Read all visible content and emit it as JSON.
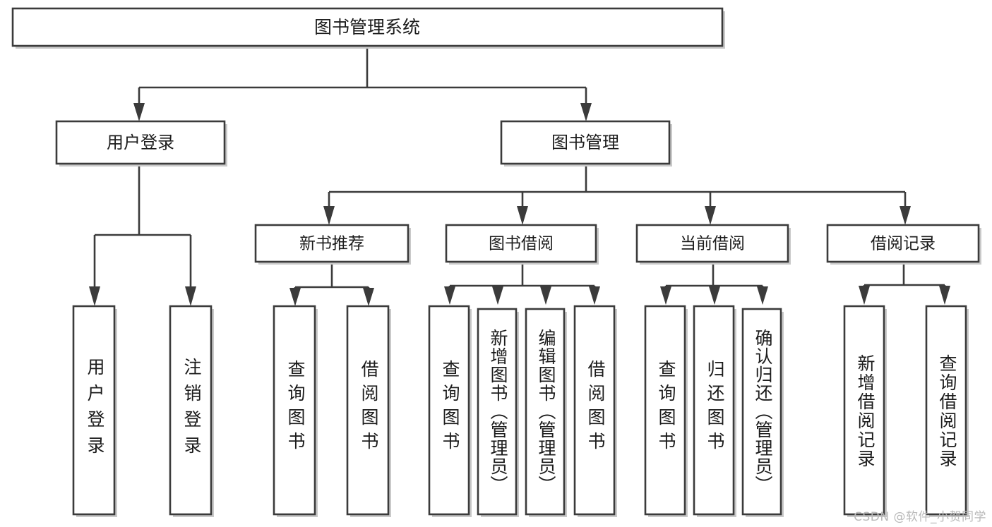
{
  "diagram": {
    "title": "图书管理系统",
    "type": "tree-hierarchy-diagram",
    "orientation": "top-down",
    "watermark": "CSDN @软件_小贺同学",
    "colors": {
      "box_stroke": "#3b3b3b",
      "box_fill": "#ffffff",
      "edge": "#3b3b3b",
      "text": "#1c1c1c",
      "watermark": "#b9b9b9",
      "background": "#ffffff"
    },
    "root": {
      "label": "图书管理系统",
      "orientation": "horizontal"
    },
    "level2": [
      {
        "label": "用户登录",
        "orientation": "horizontal"
      },
      {
        "label": "图书管理",
        "orientation": "horizontal"
      }
    ],
    "level3": [
      {
        "label": "新书推荐",
        "orientation": "horizontal"
      },
      {
        "label": "图书借阅",
        "orientation": "horizontal"
      },
      {
        "label": "当前借阅",
        "orientation": "horizontal"
      },
      {
        "label": "借阅记录",
        "orientation": "horizontal"
      }
    ],
    "leaves": {
      "user_login": [
        {
          "label": "用户登录",
          "orientation": "vertical"
        },
        {
          "label": "注销登录",
          "orientation": "vertical"
        }
      ],
      "new_book_recommend": [
        {
          "label": "查询图书",
          "orientation": "vertical"
        },
        {
          "label": "借阅图书",
          "orientation": "vertical"
        }
      ],
      "book_borrow": [
        {
          "label": "查询图书",
          "orientation": "vertical"
        },
        {
          "label": "新增图书（管理员）",
          "orientation": "vertical"
        },
        {
          "label": "编辑图书（管理员）",
          "orientation": "vertical"
        },
        {
          "label": "借阅图书",
          "orientation": "vertical"
        }
      ],
      "current_borrow": [
        {
          "label": "查询图书",
          "orientation": "vertical"
        },
        {
          "label": "归还图书",
          "orientation": "vertical"
        },
        {
          "label": "确认归还（管理员）",
          "orientation": "vertical"
        }
      ],
      "borrow_record": [
        {
          "label": "新增借阅记录",
          "orientation": "vertical"
        },
        {
          "label": "查询借阅记录",
          "orientation": "vertical"
        }
      ]
    }
  }
}
